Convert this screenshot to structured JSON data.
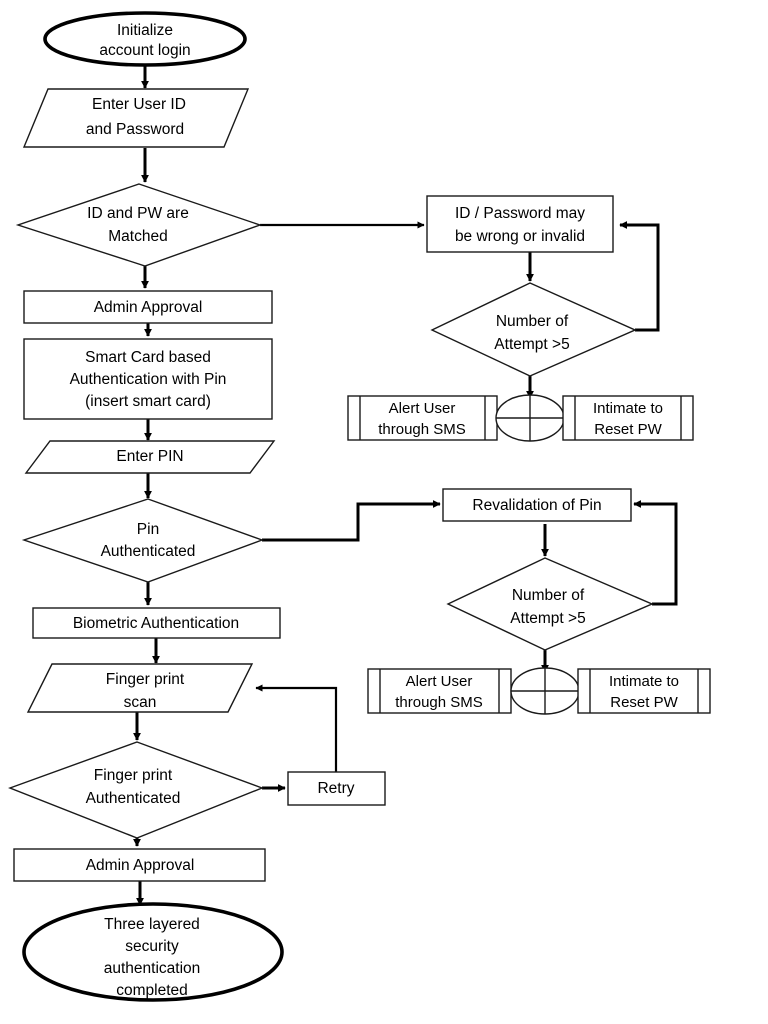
{
  "diagram": {
    "title": "Three layered security authentication flowchart",
    "type": "flowchart",
    "colors": {
      "background": "#ffffff",
      "stroke": "#000000",
      "thin_stroke": "#1a1a1a",
      "text": "#000000"
    }
  },
  "nodes": {
    "start": {
      "label_line1": "Initialize",
      "label_line2": "account login",
      "shape": "terminator-ellipse"
    },
    "enter_credentials": {
      "label_line1": "Enter User ID",
      "label_line2": "and Password",
      "shape": "parallelogram-input"
    },
    "id_pw_matched": {
      "label_line1": "ID and PW are",
      "label_line2": "Matched",
      "shape": "decision-diamond"
    },
    "admin_approval_1": {
      "label": "Admin Approval",
      "shape": "process-rectangle"
    },
    "smart_card": {
      "label_line1": "Smart Card based",
      "label_line2": "Authentication with Pin",
      "label_line3": "(insert smart card)",
      "shape": "process-rectangle"
    },
    "enter_pin": {
      "label": "Enter PIN",
      "shape": "parallelogram-input"
    },
    "pin_authenticated": {
      "label_line1": "Pin",
      "label_line2": "Authenticated",
      "shape": "decision-diamond"
    },
    "biometric_auth": {
      "label": "Biometric Authentication",
      "shape": "process-rectangle"
    },
    "finger_print_scan": {
      "label_line1": "Finger print",
      "label_line2": "scan",
      "shape": "parallelogram-input"
    },
    "finger_print_authenticated": {
      "label_line1": "Finger print",
      "label_line2": "Authenticated",
      "shape": "decision-diamond"
    },
    "retry": {
      "label": "Retry",
      "shape": "process-rectangle"
    },
    "admin_approval_2": {
      "label": "Admin Approval",
      "shape": "process-rectangle"
    },
    "end": {
      "label_line1": "Three layered",
      "label_line2": "security",
      "label_line3": "authentication",
      "label_line4": "completed",
      "shape": "terminator-ellipse"
    },
    "id_pw_invalid": {
      "label_line1": "ID / Password may",
      "label_line2": "be wrong or invalid",
      "shape": "process-rectangle"
    },
    "attempts_1": {
      "label_line1": "Number of",
      "label_line2": "Attempt >5",
      "shape": "decision-diamond"
    },
    "alert_user_1": {
      "label_line1": "Alert User",
      "label_line2": "through SMS",
      "shape": "predefined-process"
    },
    "junction_1": {
      "label": "",
      "shape": "summing-junction-circle"
    },
    "intimate_reset_1": {
      "label_line1": "Intimate to",
      "label_line2": "Reset PW",
      "shape": "predefined-process"
    },
    "revalidation_pin": {
      "label": "Revalidation of Pin",
      "shape": "process-rectangle"
    },
    "attempts_2": {
      "label_line1": "Number of",
      "label_line2": "Attempt >5",
      "shape": "decision-diamond"
    },
    "alert_user_2": {
      "label_line1": "Alert User",
      "label_line2": "through SMS",
      "shape": "predefined-process"
    },
    "junction_2": {
      "label": "",
      "shape": "summing-junction-circle"
    },
    "intimate_reset_2": {
      "label_line1": "Intimate to",
      "label_line2": "Reset PW",
      "shape": "predefined-process"
    }
  },
  "edges": [
    {
      "from": "start",
      "to": "enter_credentials",
      "label": ""
    },
    {
      "from": "enter_credentials",
      "to": "id_pw_matched",
      "label": ""
    },
    {
      "from": "id_pw_matched",
      "to": "admin_approval_1",
      "label": ""
    },
    {
      "from": "id_pw_matched",
      "to": "id_pw_invalid",
      "label": ""
    },
    {
      "from": "id_pw_invalid",
      "to": "attempts_1",
      "label": ""
    },
    {
      "from": "attempts_1",
      "to": "id_pw_invalid",
      "label": ""
    },
    {
      "from": "attempts_1",
      "to": "junction_1",
      "label": ""
    },
    {
      "from": "admin_approval_1",
      "to": "smart_card",
      "label": ""
    },
    {
      "from": "smart_card",
      "to": "enter_pin",
      "label": ""
    },
    {
      "from": "enter_pin",
      "to": "pin_authenticated",
      "label": ""
    },
    {
      "from": "pin_authenticated",
      "to": "biometric_auth",
      "label": ""
    },
    {
      "from": "pin_authenticated",
      "to": "revalidation_pin",
      "label": ""
    },
    {
      "from": "revalidation_pin",
      "to": "attempts_2",
      "label": ""
    },
    {
      "from": "attempts_2",
      "to": "revalidation_pin",
      "label": ""
    },
    {
      "from": "attempts_2",
      "to": "junction_2",
      "label": ""
    },
    {
      "from": "biometric_auth",
      "to": "finger_print_scan",
      "label": ""
    },
    {
      "from": "finger_print_scan",
      "to": "finger_print_authenticated",
      "label": ""
    },
    {
      "from": "finger_print_authenticated",
      "to": "retry",
      "label": ""
    },
    {
      "from": "retry",
      "to": "finger_print_scan",
      "label": ""
    },
    {
      "from": "finger_print_authenticated",
      "to": "admin_approval_2",
      "label": ""
    },
    {
      "from": "admin_approval_2",
      "to": "end",
      "label": ""
    }
  ]
}
